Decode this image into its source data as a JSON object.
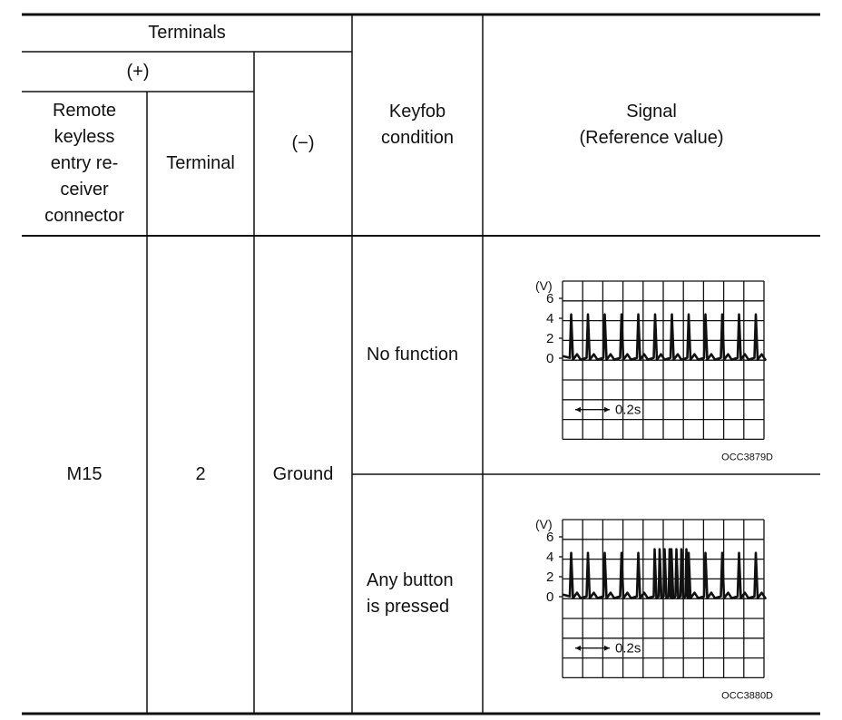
{
  "header": {
    "terminals": "Terminals",
    "plus": "(+)",
    "minus": "(−)",
    "connector": "Remote\nkeyless\nentry re-\nceiver\nconnector",
    "terminal": "Terminal",
    "keyfob_condition": "Keyfob\ncondition",
    "signal": "Signal\n(Reference value)"
  },
  "row": {
    "connector": "M15",
    "terminal": "2",
    "minus": "Ground"
  },
  "conditions": [
    {
      "label": "No function",
      "scope": {
        "unit": "(V)",
        "y_ticks": [
          "6",
          "4",
          "2",
          "0"
        ],
        "time_label": "0.2s",
        "code": "OCC3879D",
        "burst": false
      }
    },
    {
      "label": "Any button\nis pressed",
      "scope": {
        "unit": "(V)",
        "y_ticks": [
          "6",
          "4",
          "2",
          "0"
        ],
        "time_label": "0.2s",
        "code": "OCC3880D",
        "burst": true
      }
    }
  ],
  "colors": {
    "line": "#111111",
    "background": "#ffffff"
  }
}
